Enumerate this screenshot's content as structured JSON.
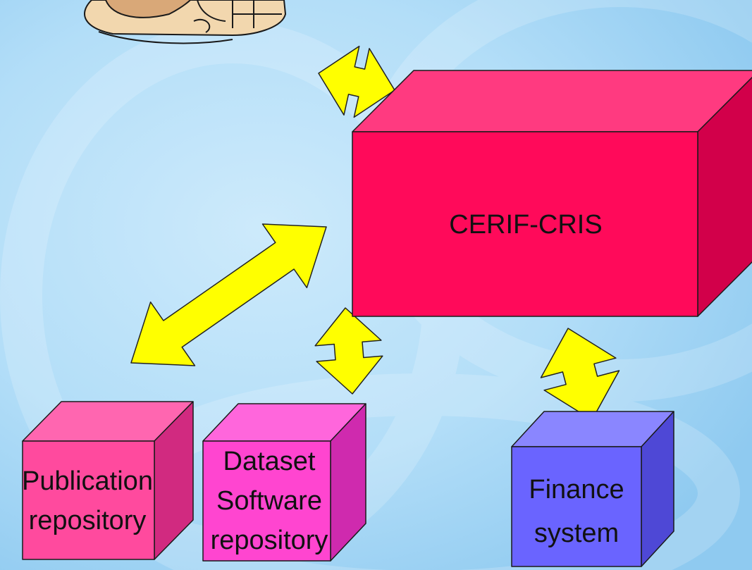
{
  "boxes": {
    "cris": {
      "label": "CERIF-CRIS",
      "front": "#ff0a5a",
      "top": "#ff3a80",
      "side": "#d2004a"
    },
    "publication": {
      "line1": "Publication",
      "line2": "repository",
      "front": "#ff4a9e",
      "top": "#ff66b0",
      "side": "#d12a80"
    },
    "dataset": {
      "line1": "Dataset",
      "line2": "Software",
      "line3": "repository",
      "front": "#ff45d0",
      "top": "#ff66dc",
      "side": "#cf2aae"
    },
    "finance": {
      "line1": "Finance",
      "line2": "system",
      "front": "#6a64ff",
      "top": "#8a86ff",
      "side": "#4e48d6"
    }
  },
  "colors": {
    "background": "#a9d9f7",
    "arrow_fill": "#ffff00",
    "arrow_stroke": "#222222"
  },
  "icons": {
    "user": "person-at-desk-clipart-icon"
  }
}
